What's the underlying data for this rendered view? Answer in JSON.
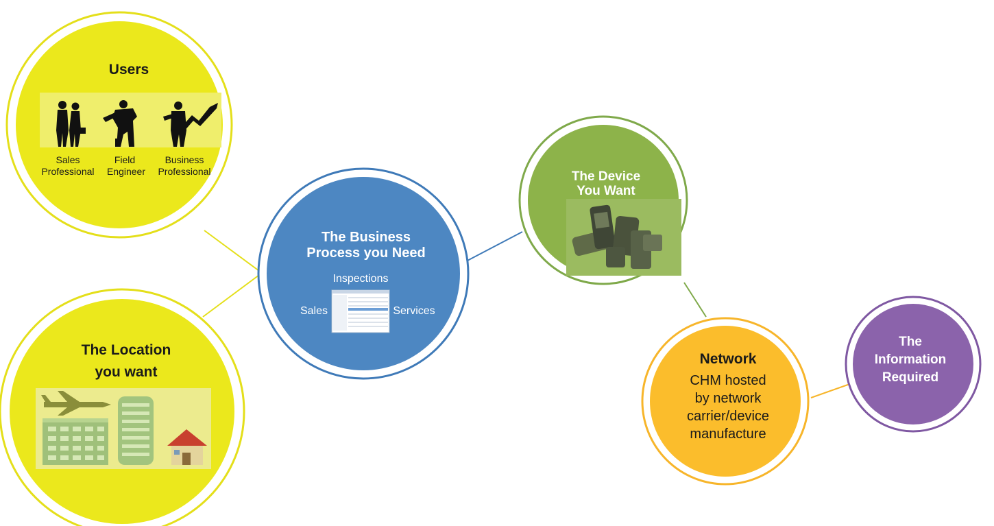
{
  "colors": {
    "yellow": "#ebe81c",
    "yellow_ring": "#e4df1a",
    "blue": "#4d87c2",
    "blue_ring": "#3f7ab8",
    "green": "#8db34a",
    "green_ring": "#7fa94a",
    "orange": "#fbbd2c",
    "orange_ring": "#f7b52a",
    "purple": "#8b63ab",
    "purple_ring": "#7f58a2",
    "text_dark": "#1a1a1a",
    "text_light": "#ffffff"
  },
  "users": {
    "title": "Users",
    "roles": [
      {
        "line1": "Sales",
        "line2": "Professional",
        "icon": "two-businesspeople-silhouette"
      },
      {
        "line1": "Field",
        "line2": "Engineer",
        "icon": "field-engineer-silhouette"
      },
      {
        "line1": "Business",
        "line2": "Professional",
        "icon": "businessman-rising-chart-silhouette"
      }
    ]
  },
  "location": {
    "title_line1": "The Location",
    "title_line2": "you want",
    "icons": [
      "airplane-icon",
      "office-building-icon",
      "tower-building-icon",
      "house-icon"
    ]
  },
  "process": {
    "title_line1": "The Business",
    "title_line2": "Process you Need",
    "top": "Inspections",
    "left": "Sales",
    "right": "Services",
    "icon": "software-window-screenshot"
  },
  "device": {
    "title_line1": "The Device",
    "title_line2": "You Want",
    "icon": "mobile-phones-photo"
  },
  "network": {
    "title": "Network",
    "lines": [
      "CHM hosted",
      "by network",
      "carrier/device",
      "manufacture"
    ]
  },
  "information": {
    "line1": "The",
    "line2": "Information",
    "line3": "Required"
  }
}
